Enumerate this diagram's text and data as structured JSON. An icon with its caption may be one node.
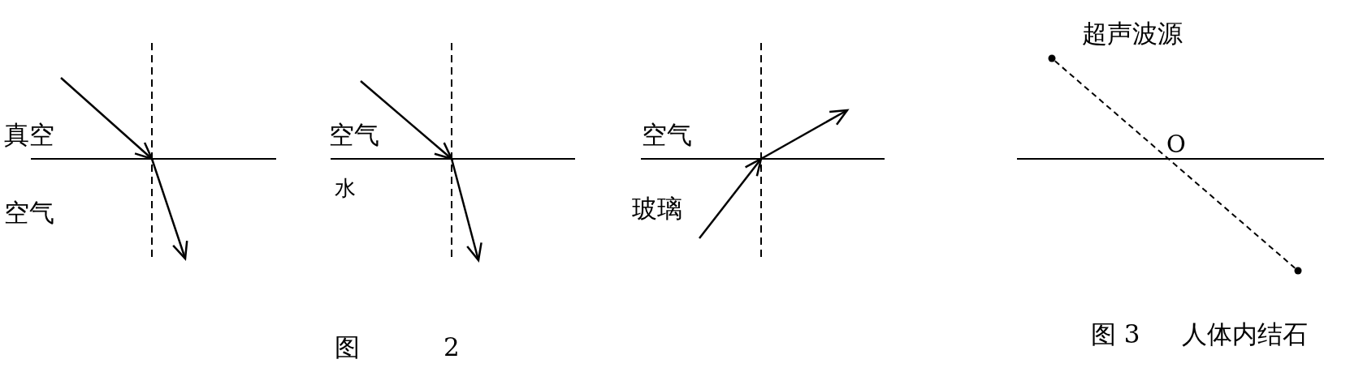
{
  "diagram": {
    "nodes": [
      {
        "text": [],
        "shape": "circle",
        "beside": [
          "超声波源"
        ]
      },
      {
        "text": [],
        "shape": "circle",
        "beside": [
          "人体内结石"
        ]
      }
    ],
    "edges": [
      {
        "from": 0,
        "to": 1,
        "arrow": "none",
        "style": "dashed"
      }
    ],
    "labels": [
      "真空",
      "空气",
      "空气",
      "水",
      "空气",
      "玻璃",
      "图",
      "2",
      "O",
      "图 3"
    ]
  }
}
